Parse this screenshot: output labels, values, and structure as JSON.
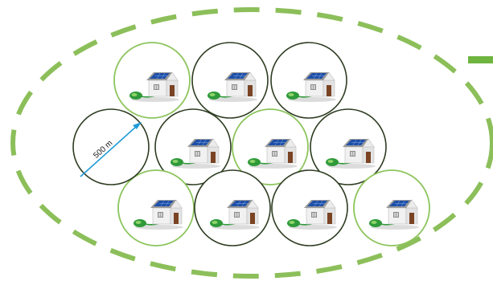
{
  "colors": {
    "dashed_ellipse": "#8cbf5a",
    "light_circle": "#8cc45c",
    "dark_circle": "#2e3d22",
    "radius_arrow": "#1f9bd7",
    "accent_bar": "#6fb43f",
    "house_wall": "#f1f1f1",
    "roof": "#9a9a9a",
    "solar_panel": "#1e4fa8",
    "door": "#7a4424",
    "window": "#8c8c8c",
    "plug": "#2f9a3a"
  },
  "radius": {
    "label": "500 m"
  },
  "cells": [
    {
      "tone": "light"
    },
    {
      "tone": "dark"
    },
    {
      "tone": "dark"
    },
    {
      "tone": "dark"
    },
    {
      "tone": "dark"
    },
    {
      "tone": "light"
    },
    {
      "tone": "dark"
    },
    {
      "tone": "light"
    },
    {
      "tone": "dark"
    },
    {
      "tone": "dark"
    },
    {
      "tone": "light"
    }
  ]
}
